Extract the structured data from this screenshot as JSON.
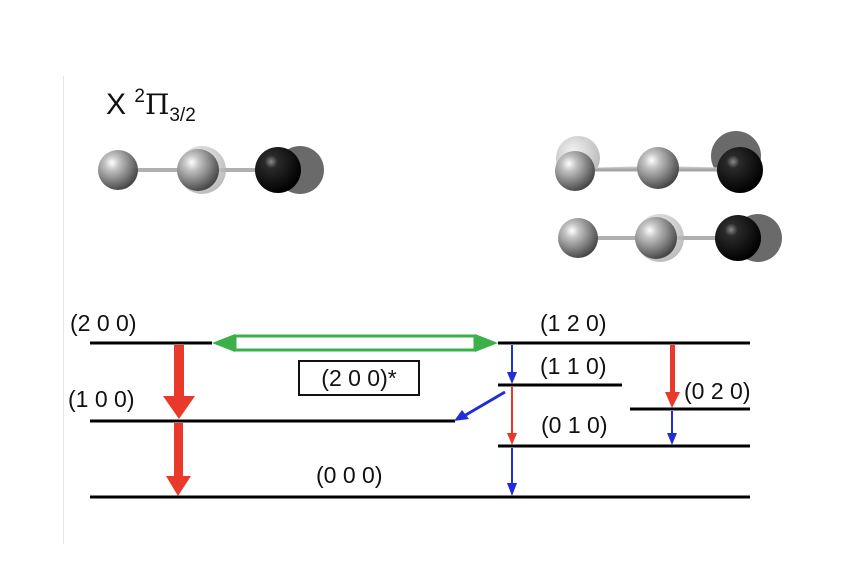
{
  "title": {
    "prefix": "X ",
    "sup": "2",
    "symbol": "Π",
    "sub": "3/2"
  },
  "levels": {
    "l200": "(2 0 0)",
    "l100": "(1 0 0)",
    "l000": "(0 0 0)",
    "l120": "(1 2 0)",
    "l110": "(1 1 0)",
    "l010": "(0 1 0)",
    "l020": "(0 2 0)",
    "resonance": "(2 0 0)*"
  },
  "colors": {
    "red_arrow": "#e8392b",
    "blue_arrow": "#1f2fd6",
    "green_coupling": "#3cb04a",
    "level_line": "#000000",
    "carbon_atom": "#7d7d7d",
    "oxygen_atom": "#0a0a0a"
  }
}
